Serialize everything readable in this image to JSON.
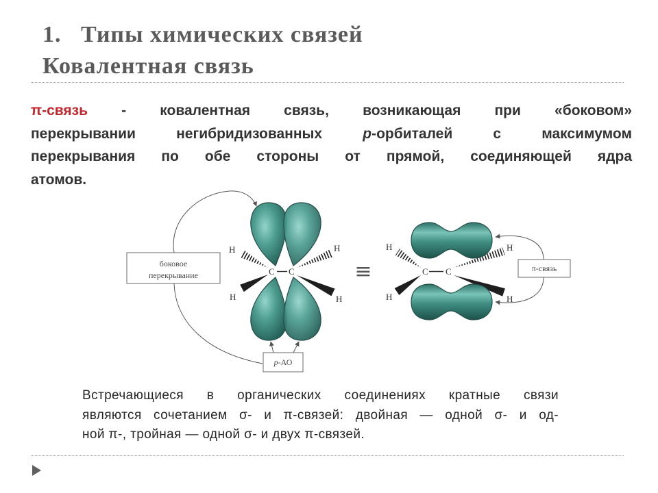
{
  "slide": {
    "title": {
      "number": "1.",
      "line1": "Типы химических связей",
      "line2": "Ковалентная связь"
    },
    "definition": {
      "term": "π-связь",
      "line1_rest": " - ковалентная связь, возникающая при «боковом»",
      "line2_start": "перекрывании негибридизованных ",
      "line2_italic": "p",
      "line2_end": "-орбиталей с максимумом",
      "line3": "перекрывания по обе стороны от прямой, соединяющей ядра",
      "line4": "атомов."
    },
    "diagram": {
      "overlap_label_line1": "боковое",
      "overlap_label_line2": "перекрывание",
      "p_ao_italic": "p",
      "p_ao_rest": "-АО",
      "pi_bond_label": "π-связь",
      "hydrogen": "H",
      "carbon": "C",
      "equivalence_sign": "≡"
    },
    "note": {
      "lines": [
        "Встречающиеся в органических соединениях кратные связи",
        "являются сочетанием σ- и π-связей: двойная — одной σ- и од-",
        "ной π-, тройная — одной σ- и двух π-связей."
      ]
    }
  },
  "icons": {
    "slide_marker": "triangle-arrow-icon"
  },
  "colors": {
    "title": "#5a5a5a",
    "term": "#c0282d",
    "text": "#333333",
    "orbital": "#3f8d82",
    "divider": "#9c9c9c"
  }
}
